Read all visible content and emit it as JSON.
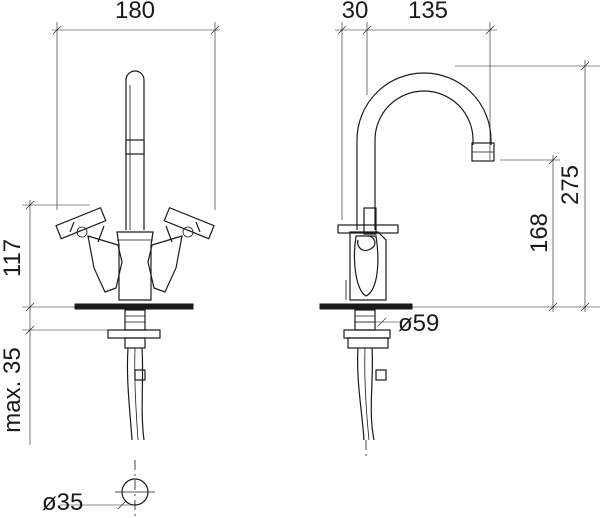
{
  "front_view": {
    "width_dim": "180",
    "handle_height_dim": "117",
    "max_thickness_dim": "max. 35",
    "hole_diameter_dim": "ø35"
  },
  "side_view": {
    "offset_dim": "30",
    "spout_reach_dim": "135",
    "spout_height_dim": "275",
    "outlet_height_dim": "168",
    "base_diameter_dim": "ø59"
  }
}
